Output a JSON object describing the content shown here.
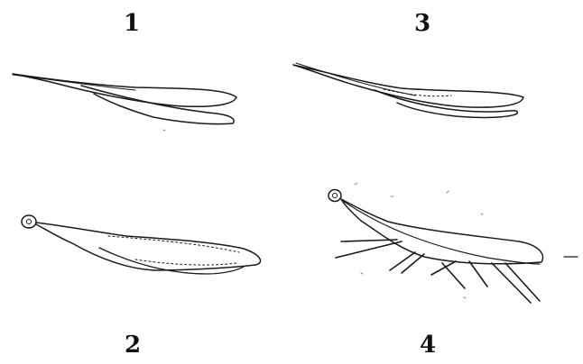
{
  "figure": {
    "panels": [
      {
        "label": "1"
      },
      {
        "label": "3"
      },
      {
        "label": "2"
      },
      {
        "label": "4"
      }
    ],
    "colors": {
      "ink": "#1a1a1a",
      "background": "#ffffff"
    }
  }
}
